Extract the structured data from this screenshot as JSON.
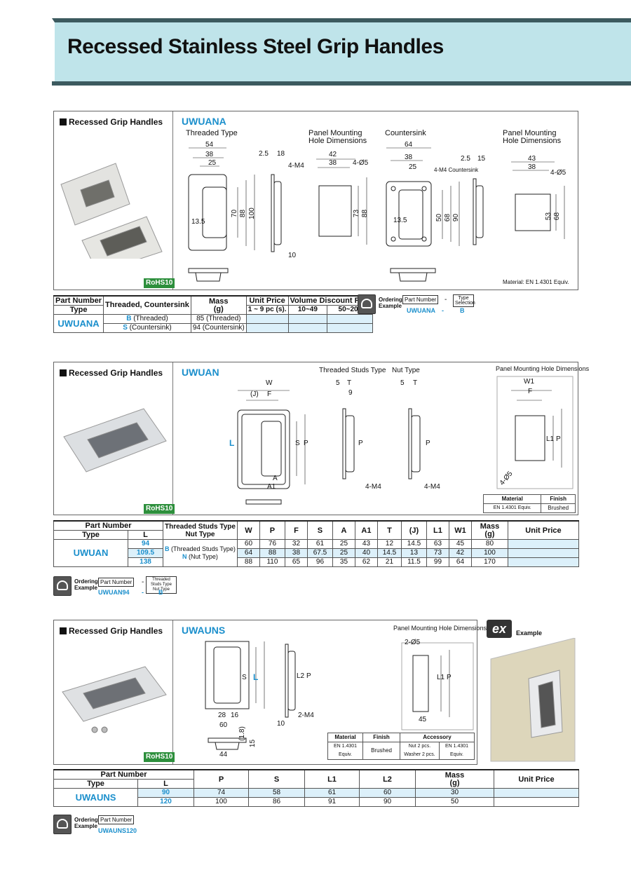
{
  "page": {
    "title": "Recessed Stainless Steel Grip Handles"
  },
  "colors": {
    "header_bg": "#bfe4ea",
    "header_bar": "#3c5a5f",
    "accent_blue": "#1b8fcc",
    "rohs_green": "#2d8f3c",
    "row_blue": "#dcf0fa"
  },
  "s1": {
    "label": "Recessed Grip Handles",
    "code": "UWUANA",
    "rohs": "RoHS10",
    "threaded_type": "Threaded Type",
    "panel_hole": "Panel Mounting Hole Dimensions",
    "countersink": "Countersink",
    "panel_hole2": "Panel Mounting Hole Dimensions",
    "material_note": "Material: EN 1.4301 Equiv.",
    "dims": {
      "d54": "54",
      "d38": "38",
      "d25": "25",
      "d25b": "2.5",
      "d18": "18",
      "m4": "4-M4",
      "d13": "13.5",
      "d70": "70",
      "d88": "88",
      "d100": "100",
      "d10": "10",
      "d42": "42",
      "d38b": "38",
      "h5": "4-Ø5",
      "d73": "73",
      "d88b": "88",
      "d64": "64",
      "d38c": "38",
      "d25c": "25",
      "m4c": "4-M4 Countersink",
      "d25d": "2.5",
      "d15": "15",
      "d13b": "13.5",
      "d50": "50",
      "d68": "68",
      "d90": "90",
      "d43": "43",
      "d38d": "38",
      "h5b": "4-Ø5",
      "d53": "53",
      "d68b": "68"
    },
    "table": {
      "h_part": "Part Number",
      "h_type": "Type",
      "h_threaded": "Threaded, Countersink",
      "h_mass": "Mass",
      "h_mass_unit": "(g)",
      "h_unit_price": "Unit Price",
      "h_vol": "Volume Discount Rate",
      "h_p1": "1 ~ 9 pc (s).",
      "h_p2": "10~49",
      "h_p3": "50~200",
      "type": "UWUANA",
      "r1_code": "B",
      "r1_desc": "(Threaded)",
      "r1_mass": "85 (Threaded)",
      "r2_code": "S",
      "r2_desc": "(Countersink)",
      "r2_mass": "94 (Countersink)"
    },
    "order": {
      "ordering": "Ordering",
      "example": "Example",
      "box1": "Part Number",
      "dash": "-",
      "box2": "Type Selection",
      "v1": "UWUANA",
      "v2": "B"
    }
  },
  "s2": {
    "label": "Recessed Grip Handles",
    "code": "UWUAN",
    "rohs": "RoHS10",
    "studs_type": "Threaded Studs Type",
    "nut_type": "Nut Type",
    "panel_hole": "Panel Mounting Hole Dimensions",
    "dims": {
      "W": "W",
      "J": "(J)",
      "F": "F",
      "L": "L",
      "S": "S",
      "P": "P",
      "A": "A",
      "A1": "A1",
      "five": "5",
      "T": "T",
      "nine": "9",
      "m4": "4-M4",
      "five2": "5",
      "T2": "T",
      "P2": "P",
      "m4b": "4-M4",
      "W1": "W1",
      "F2": "F",
      "L1": "L1",
      "P3": "P",
      "h5": "4-Ø5"
    },
    "mat": {
      "h_material": "Material",
      "h_finish": "Finish",
      "material": "EN 1.4301 Equiv.",
      "finish": "Brushed"
    },
    "table": {
      "h_part": "Part Number",
      "h_type": "Type",
      "h_L": "L",
      "h_studs": "Threaded Studs Type",
      "h_nut": "Nut Type",
      "cols": [
        "W",
        "P",
        "F",
        "S",
        "A",
        "A1",
        "T",
        "(J)",
        "L1",
        "W1"
      ],
      "h_mass": "Mass",
      "h_mass_unit": "(g)",
      "h_unit_price": "Unit Price",
      "type": "UWUAN",
      "opt_b": "B",
      "opt_b_desc": "(Threaded Studs Type)",
      "opt_n": "N",
      "opt_n_desc": "(Nut Type)",
      "rows": [
        {
          "L": "94",
          "vals": [
            "60",
            "76",
            "32",
            "61",
            "25",
            "43",
            "12",
            "14.5",
            "63",
            "45"
          ],
          "mass": "80"
        },
        {
          "L": "109.5",
          "vals": [
            "64",
            "88",
            "38",
            "67.5",
            "25",
            "40",
            "14.5",
            "13",
            "73",
            "42"
          ],
          "mass": "100"
        },
        {
          "L": "138",
          "vals": [
            "88",
            "110",
            "65",
            "96",
            "35",
            "62",
            "21",
            "11.5",
            "99",
            "64"
          ],
          "mass": "170"
        }
      ]
    },
    "order": {
      "ordering": "Ordering",
      "example": "Example",
      "box1": "Part Number",
      "dash": "-",
      "box2": "Threaded Studs Type Nut Type",
      "v1": "UWUAN94",
      "v2": "B"
    }
  },
  "s3": {
    "label": "Recessed Grip Handles",
    "code": "UWAUNS",
    "rohs": "RoHS10",
    "panel_hole": "Panel Mounting Hole Dimensions",
    "ex_badge": "ex",
    "ex_label": "Example",
    "dims": {
      "S": "S",
      "L": "L",
      "L2": "L2",
      "P": "P",
      "d28": "28",
      "d16": "16",
      "d60": "60",
      "d10": "10",
      "m2": "2-M4",
      "d18": "(1.8)",
      "d15": "15",
      "d44": "44",
      "h2": "2-Ø5",
      "L1": "L1",
      "P2": "P",
      "d45": "45"
    },
    "mat": {
      "h_material": "Material",
      "h_finish": "Finish",
      "h_accessory": "Accessory",
      "material": "EN 1.4301 Equiv.",
      "finish": "Brushed",
      "accessory": "Nut 2 pcs. Washer 2 pcs.",
      "acc_mat": "EN 1.4301 Equiv."
    },
    "table": {
      "h_part": "Part Number",
      "h_type": "Type",
      "h_L": "L",
      "cols": [
        "P",
        "S",
        "L1",
        "L2"
      ],
      "h_mass": "Mass",
      "h_mass_unit": "(g)",
      "h_unit_price": "Unit Price",
      "type": "UWAUNS",
      "rows": [
        {
          "L": "90",
          "vals": [
            "74",
            "58",
            "61",
            "60"
          ],
          "mass": "30"
        },
        {
          "L": "120",
          "vals": [
            "100",
            "86",
            "91",
            "90"
          ],
          "mass": "50"
        }
      ]
    },
    "order": {
      "ordering": "Ordering",
      "example": "Example",
      "box1": "Part Number",
      "v1": "UWAUNS120"
    }
  }
}
